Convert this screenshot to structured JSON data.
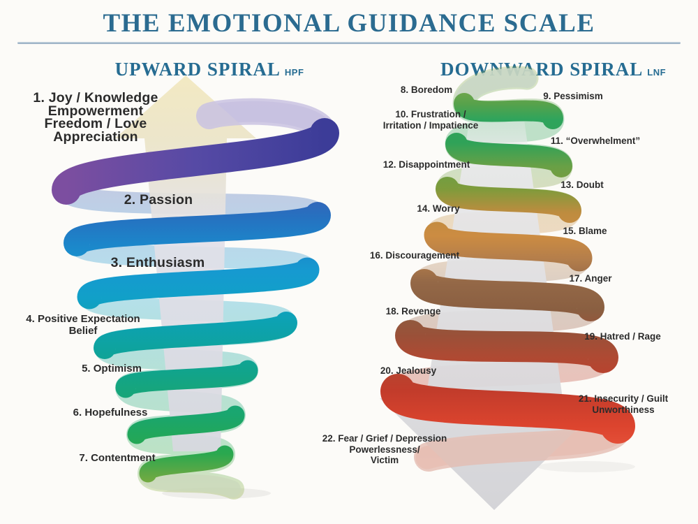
{
  "title": "THE EMOTIONAL GUIDANCE SCALE",
  "upward": {
    "heading": "UPWARD SPIRAL",
    "tag": "HPF",
    "labels": [
      {
        "lines": [
          "1. Joy / Knowledge",
          "Empowerment",
          "Freedom / Love",
          "Appreciation"
        ]
      },
      {
        "lines": [
          "2. Passion"
        ]
      },
      {
        "lines": [
          "3. Enthusiasm"
        ]
      },
      {
        "lines": [
          "4. Positive Expectation",
          "Belief"
        ]
      },
      {
        "lines": [
          "5. Optimism"
        ]
      },
      {
        "lines": [
          "6. Hopefulness"
        ]
      },
      {
        "lines": [
          "7. Contentment"
        ]
      }
    ]
  },
  "downward": {
    "heading": "DOWNWARD SPIRAL",
    "tag": "LNF",
    "labels": [
      {
        "lines": [
          "8. Boredom"
        ]
      },
      {
        "lines": [
          "9. Pessimism"
        ]
      },
      {
        "lines": [
          "10. Frustration /",
          "Irritation / Impatience"
        ]
      },
      {
        "lines": [
          "11. “Overwhelment”"
        ]
      },
      {
        "lines": [
          "12. Disappointment"
        ]
      },
      {
        "lines": [
          "13. Doubt"
        ]
      },
      {
        "lines": [
          "14. Worry"
        ]
      },
      {
        "lines": [
          "15. Blame"
        ]
      },
      {
        "lines": [
          "16. Discouragement"
        ]
      },
      {
        "lines": [
          "17. Anger"
        ]
      },
      {
        "lines": [
          "18. Revenge"
        ]
      },
      {
        "lines": [
          "19. Hatred / Rage"
        ]
      },
      {
        "lines": [
          "20. Jealousy"
        ]
      },
      {
        "lines": [
          "21. Insecurity / Guilt",
          "Unworthiness"
        ]
      },
      {
        "lines": [
          "22. Fear / Grief / Depression",
          "Powerlessness/",
          "Victim"
        ]
      }
    ]
  },
  "colors": {
    "title_blue": "#2B6B90",
    "rule_gray_blue": "#9FB4C8",
    "label_text": "#2B2B2B",
    "upward_top_purple": "#7C4EA0",
    "upward_indigo": "#3E3D9B",
    "upward_mid_cyan": "#16A0CA",
    "upward_bottom_green": "#2AA84F",
    "upward_bottom_olive": "#8CAE3C",
    "downward_top_green": "#2FA45C",
    "downward_olive": "#7F9B3B",
    "downward_orange": "#CC8C42",
    "downward_brown": "#8A5F41",
    "downward_red": "#DC442E",
    "arrow_up_yellow": "#F2E8BE",
    "arrow_gray": "#D8D8E0"
  }
}
